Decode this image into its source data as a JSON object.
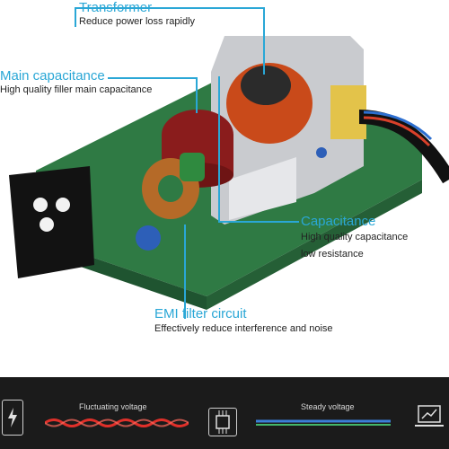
{
  "callouts": {
    "transformer": {
      "title": "Transformer",
      "subtitle": "Reduce power loss rapidly"
    },
    "main_capacitance": {
      "title": "Main capacitance",
      "subtitle": "High quality filler main capacitance"
    },
    "capacitance": {
      "title": "Capacitance",
      "line1": "High quality capacitance",
      "line2": "low resistance"
    },
    "emi": {
      "title": "EMI filter circuit",
      "subtitle": "Effectively reduce interference and noise"
    }
  },
  "bottom_bar": {
    "fluctuating_label": "Fluctuating voltage",
    "steady_label": "Steady voltage"
  },
  "colors": {
    "accent": "#2aa7d6",
    "pcb_green": "#2f7a44",
    "bar_background": "#1b1b1b",
    "fluctuating_wave": "#e0302a",
    "steady_wave": "#3b7fd8"
  },
  "icons": [
    "charging-phone-icon",
    "chip-icon",
    "laptop-chart-icon"
  ]
}
